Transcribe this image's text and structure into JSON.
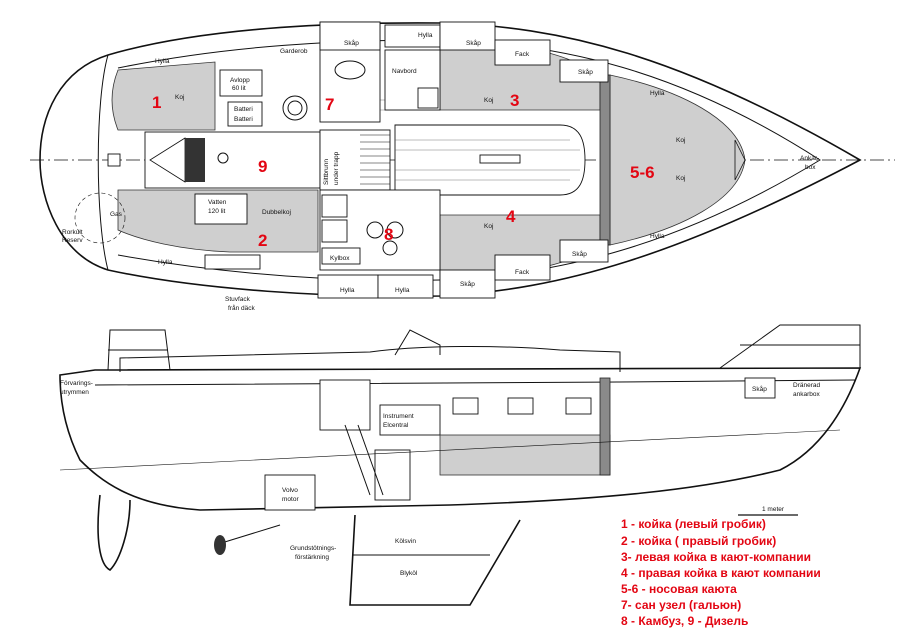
{
  "plan_labels": {
    "hylla": "Hylla",
    "garderob": "Garderob",
    "skap": "Skåp",
    "fack": "Fack",
    "avlopp": "Avlopp",
    "avlopp_vol": "60 lit",
    "batteri": "Batteri",
    "kojl": "Koj",
    "navbord": "Navbord",
    "sittbrunn": "Sittbrunn",
    "under_trapp": "under trapp",
    "vatten": "Vatten",
    "vatten_vol": "120 lit",
    "dubbelkoj": "Dubbelkoj",
    "gas": "Gas",
    "rorkult": "Rorkult",
    "reserv": "Reserv",
    "kylbox": "Kylbox",
    "stuvfack": "Stuvfack",
    "fran_dack": "från däck",
    "ankarbox": "Ankar-",
    "box": "box"
  },
  "profile_labels": {
    "forvarings": "Förvarings-",
    "utrymmen": "utrymmen",
    "instrument": "Instrument",
    "elcentral": "Elcentral",
    "skap": "Skåp",
    "dranerad": "Dränerad",
    "ankarbox": "ankarbox",
    "volvo": "Volvo",
    "motor": "motor",
    "grundstotnings": "Grundstötnings-",
    "forstarkning": "förstärkning",
    "kolsvin": "Kölsvin",
    "blykol": "Blyköl",
    "scale": "1 meter"
  },
  "numbers": [
    "1",
    "2",
    "3",
    "4",
    "5-6",
    "7",
    "8",
    "9"
  ],
  "legend": [
    "1 - койка (левый гробик)",
    "2 - койка ( правый гробик)",
    "3-   левая койка в кают-компании",
    "4 - правая койка в кают компании",
    "5-6 - носовая каюта",
    "7- сан узел (гальюн)",
    "8 - Камбуз, 9 - Дизель"
  ],
  "colors": {
    "highlight": "#e30613",
    "shade": "#cfcfcf",
    "line": "#111111"
  }
}
